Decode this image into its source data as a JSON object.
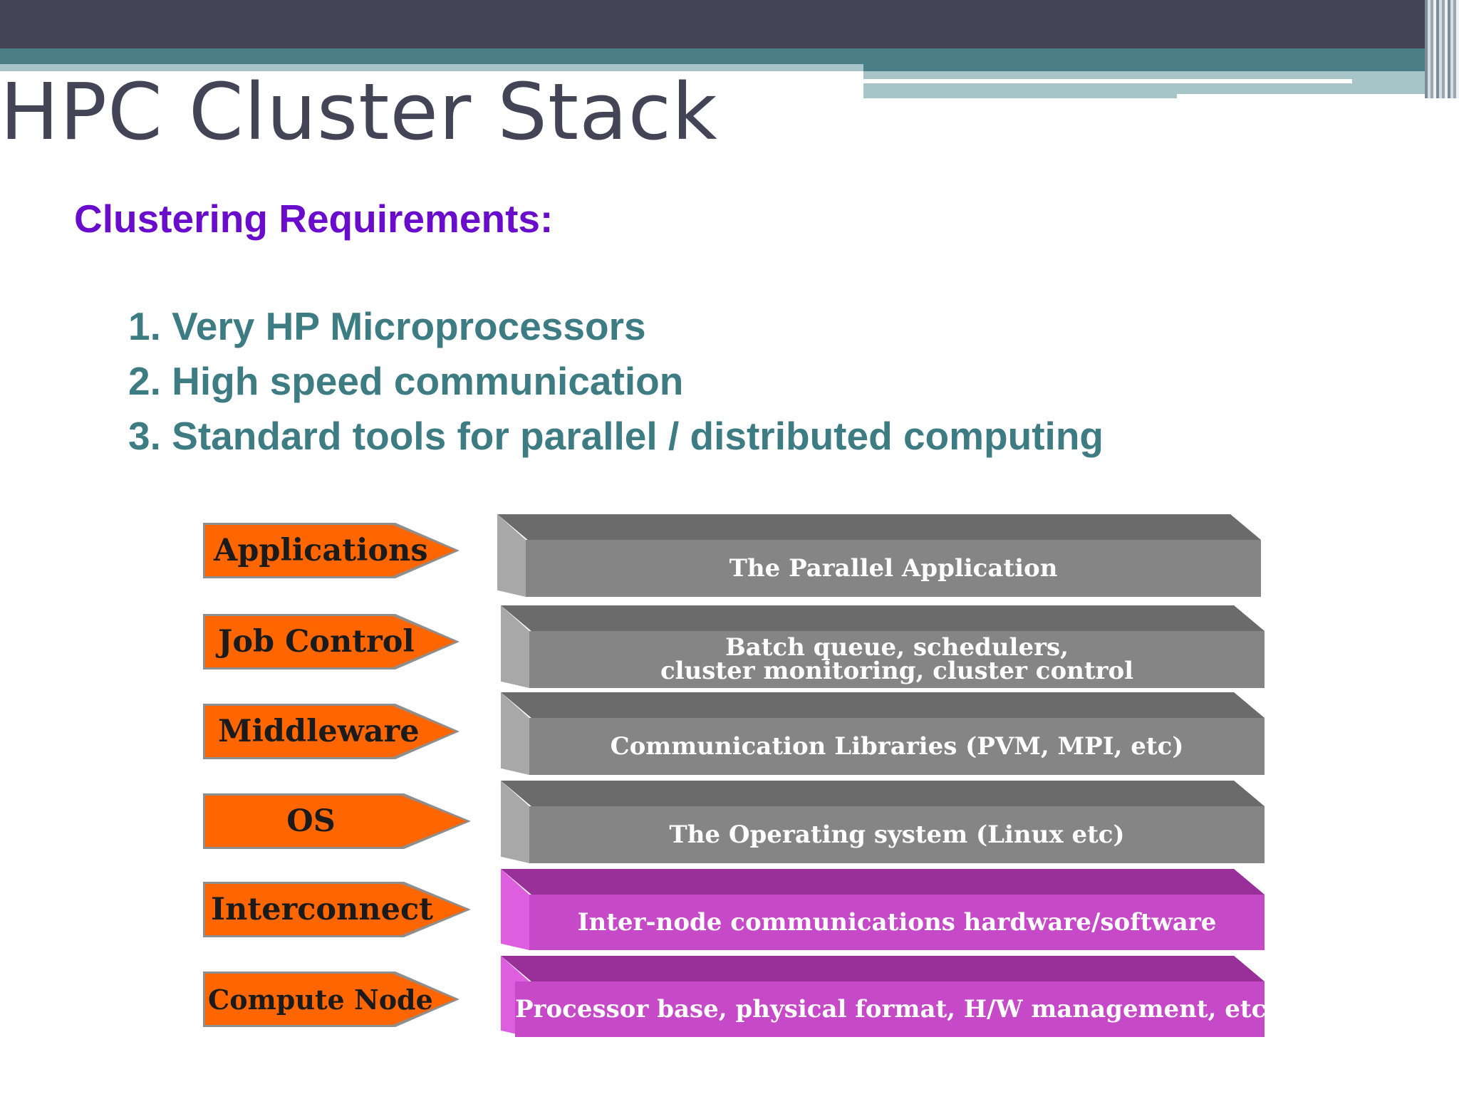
{
  "slide": {
    "title": "HPC Cluster Stack",
    "subtitle": "Clustering Requirements:",
    "requirements": [
      "1. Very HP Microprocessors",
      "2. High speed communication",
      "3. Standard tools for parallel / distributed computing"
    ]
  },
  "stack": {
    "labels": [
      "Applications",
      "Job Control",
      "Middleware",
      "OS",
      "Interconnect",
      "Compute Node"
    ],
    "layers": [
      {
        "line1": "The Parallel Application",
        "line2": ""
      },
      {
        "line1": "Batch queue, schedulers,",
        "line2": "cluster monitoring, cluster control"
      },
      {
        "line1": "Communication Libraries (PVM, MPI, etc)",
        "line2": ""
      },
      {
        "line1": "The Operating system (Linux  etc)",
        "line2": ""
      },
      {
        "line1": "Inter-node communications hardware/software",
        "line2": ""
      },
      {
        "line1": "Processor base, physical format, H/W management, etc",
        "line2": ""
      }
    ]
  },
  "colors": {
    "title": "#454456",
    "subtitle": "#6a0ccc",
    "requirements": "#3e7c84",
    "arrow": "#ff6600",
    "layer_gray": "#858585",
    "layer_purple": "#c64ac8"
  }
}
